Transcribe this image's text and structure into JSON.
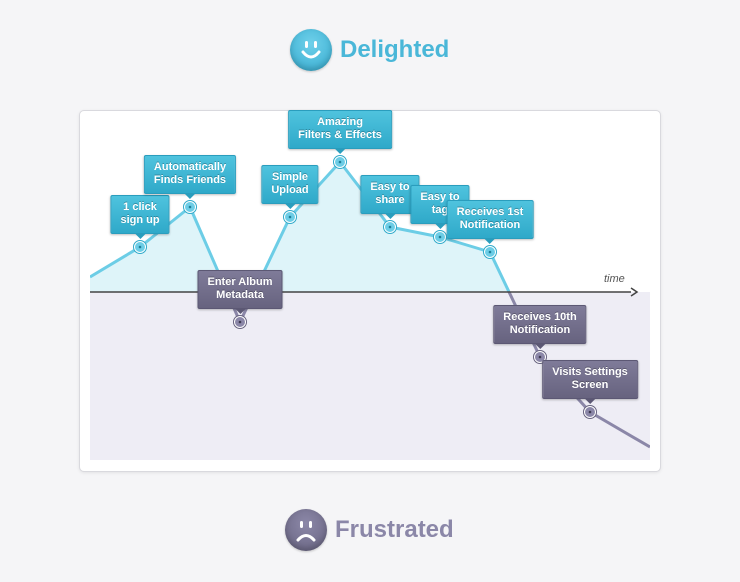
{
  "moods": {
    "top": {
      "label": "Delighted",
      "face": "smiley-face-icon",
      "color": "#4ab7d8"
    },
    "bottom": {
      "label": "Frustrated",
      "face": "sad-face-icon",
      "color": "#7c7899"
    }
  },
  "axis": {
    "label": "time"
  },
  "colors": {
    "positive_line": "#6ccde6",
    "positive_fill": "#def4f9",
    "negative_line": "#8b87a8",
    "negative_fill": "#eeedf5",
    "axis": "#444444"
  },
  "chart_data": {
    "type": "line",
    "xlabel": "time",
    "ylabel": "",
    "series": [
      {
        "values": [
          0.15,
          0.45,
          0.85,
          -0.3,
          0.75,
          1.3,
          0.65,
          0.55,
          0.4,
          -0.65,
          -1.2,
          -1.55
        ]
      }
    ],
    "events": [
      {
        "label": "1 click\nsign up",
        "index": 1,
        "sentiment": "positive"
      },
      {
        "label": "Automatically\nFinds Friends",
        "index": 2,
        "sentiment": "positive"
      },
      {
        "label": "Enter Album\nMetadata",
        "index": 3,
        "sentiment": "negative"
      },
      {
        "label": "Simple\nUpload",
        "index": 4,
        "sentiment": "positive"
      },
      {
        "label": "Amazing\nFilters & Effects",
        "index": 5,
        "sentiment": "positive"
      },
      {
        "label": "Easy to\nshare",
        "index": 6,
        "sentiment": "positive"
      },
      {
        "label": "Easy to\ntag",
        "index": 7,
        "sentiment": "positive"
      },
      {
        "label": "Receives 1st\nNotification",
        "index": 8,
        "sentiment": "positive"
      },
      {
        "label": "Receives 10th\nNotification",
        "index": 9,
        "sentiment": "negative"
      },
      {
        "label": "Visits Settings\nScreen",
        "index": 10,
        "sentiment": "negative"
      }
    ]
  }
}
